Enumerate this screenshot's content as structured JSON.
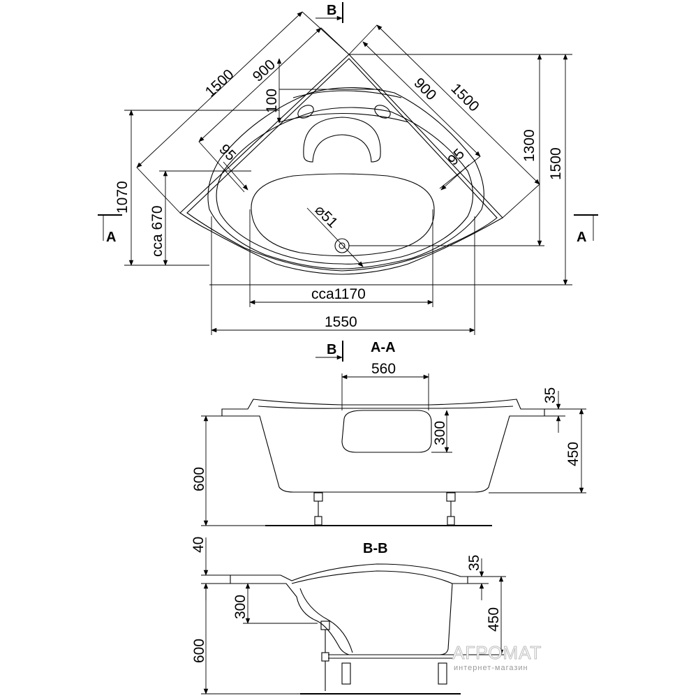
{
  "plan": {
    "dims": {
      "diag_left_outer": "1500",
      "diag_left_inner": "900",
      "diag_right_inner": "900",
      "diag_right_outer": "1500",
      "top_offset": "100",
      "corner_left": "95",
      "corner_right": "95",
      "height_outer": "1500",
      "height_inner": "1300",
      "left_height_outer": "1070",
      "left_height_inner": "cca 670",
      "drain": "⌀51",
      "width_inner": "cca1170",
      "width_outer": "1550"
    },
    "section_markers": {
      "b_top": "B",
      "a_left": "A",
      "a_right": "A"
    }
  },
  "section_aa": {
    "title": "A-A",
    "marker_b": "B",
    "dims": {
      "headrest_width": "560",
      "headrest_height": "300",
      "rim": "35",
      "depth": "450",
      "total_height": "600"
    }
  },
  "section_bb": {
    "title": "B-B",
    "dims": {
      "top": "40",
      "rim": "35",
      "headrest_height": "300",
      "depth": "450",
      "total_height": "600"
    }
  },
  "watermark": {
    "brand": "АГРОМАТ",
    "tagline": "интернет-магазин"
  }
}
